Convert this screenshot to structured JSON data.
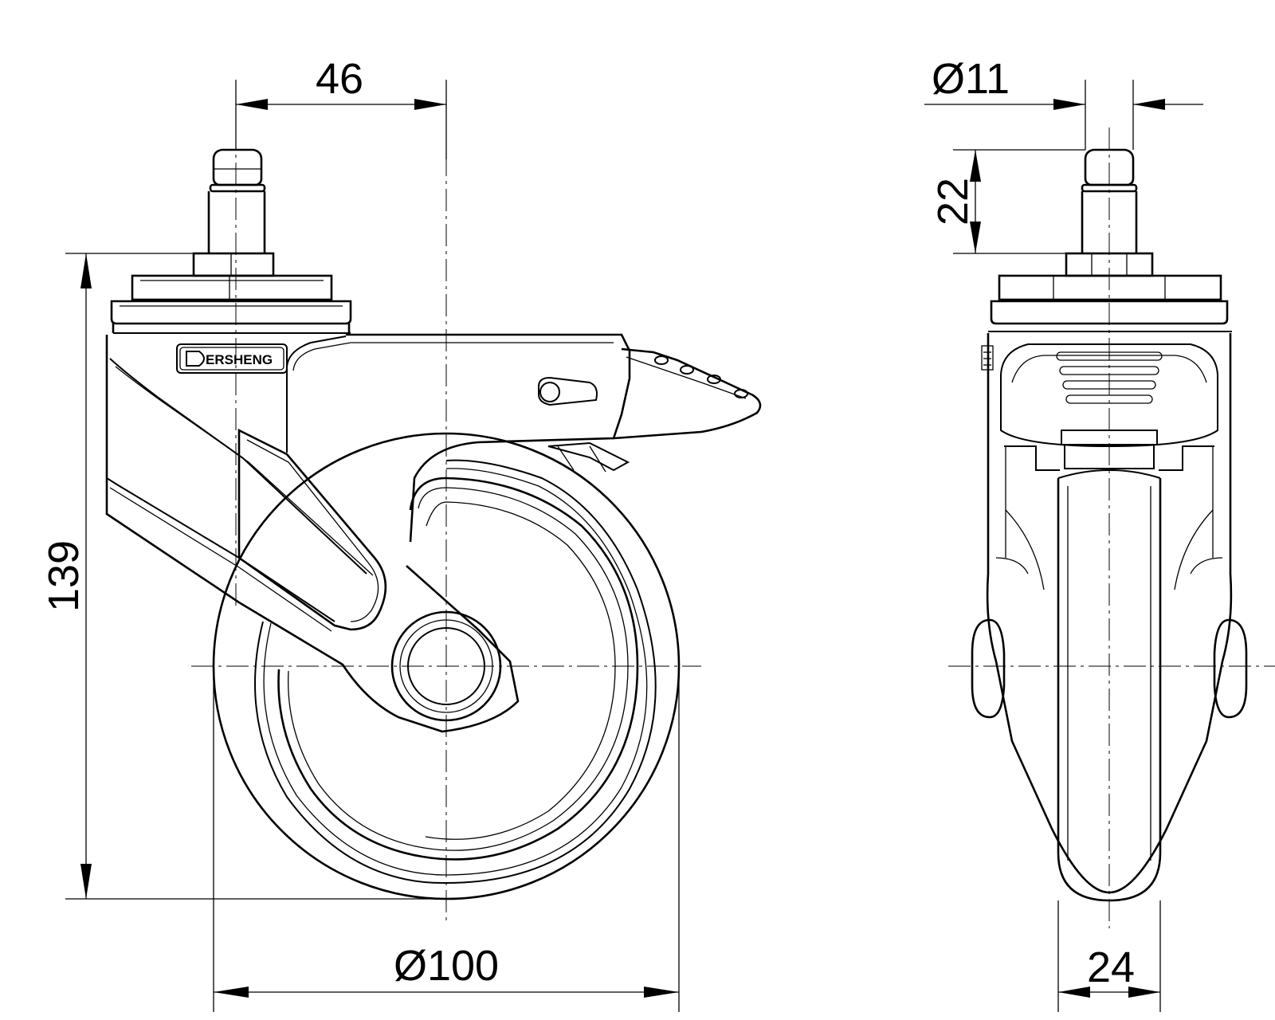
{
  "drawing": {
    "brand": "ERSHENG",
    "dimensions": {
      "offset": "46",
      "total_height": "139",
      "wheel_diameter": "Ø100",
      "stem_diameter": "Ø11",
      "stem_length": "22",
      "wheel_width": "24"
    }
  }
}
